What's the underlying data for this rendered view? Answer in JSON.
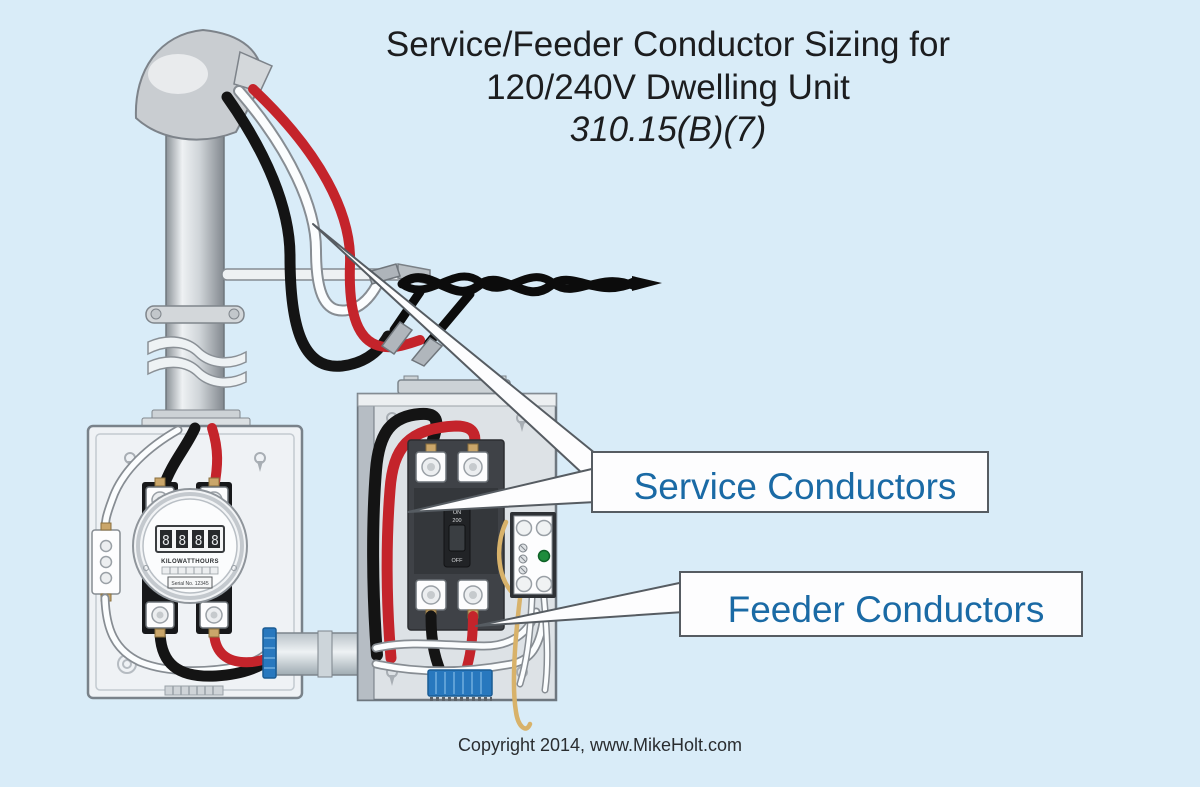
{
  "title": {
    "line1": "Service/Feeder Conductor Sizing for",
    "line2": "120/240V Dwelling Unit",
    "line3": "310.15(B)(7)"
  },
  "callouts": {
    "service_label": "Service Conductors",
    "feeder_label": "Feeder Conductors"
  },
  "meter": {
    "display_digits": "8888",
    "register_label": "KILOWATTHOURS",
    "serial_label": "Serial No. 12345"
  },
  "disconnect": {
    "on_label": "ON",
    "amp_label": "200",
    "off_label": "OFF"
  },
  "footer": {
    "copyright_label": "Copyright 2014, www.MikeHolt.com"
  },
  "colors": {
    "background": "#d9ecf8",
    "callout_text_blue": "#1a6aa5",
    "wire_black": "#141414",
    "wire_red": "#c4242b",
    "wire_white": "#fbfdfe",
    "wire_copper": "#d8b26a",
    "terminal_blue": "#2878be",
    "ground_screw_green": "#1e8c3c",
    "enclosure_gray": "#dde2e6",
    "meter_enclosure": "#eff2f5"
  }
}
